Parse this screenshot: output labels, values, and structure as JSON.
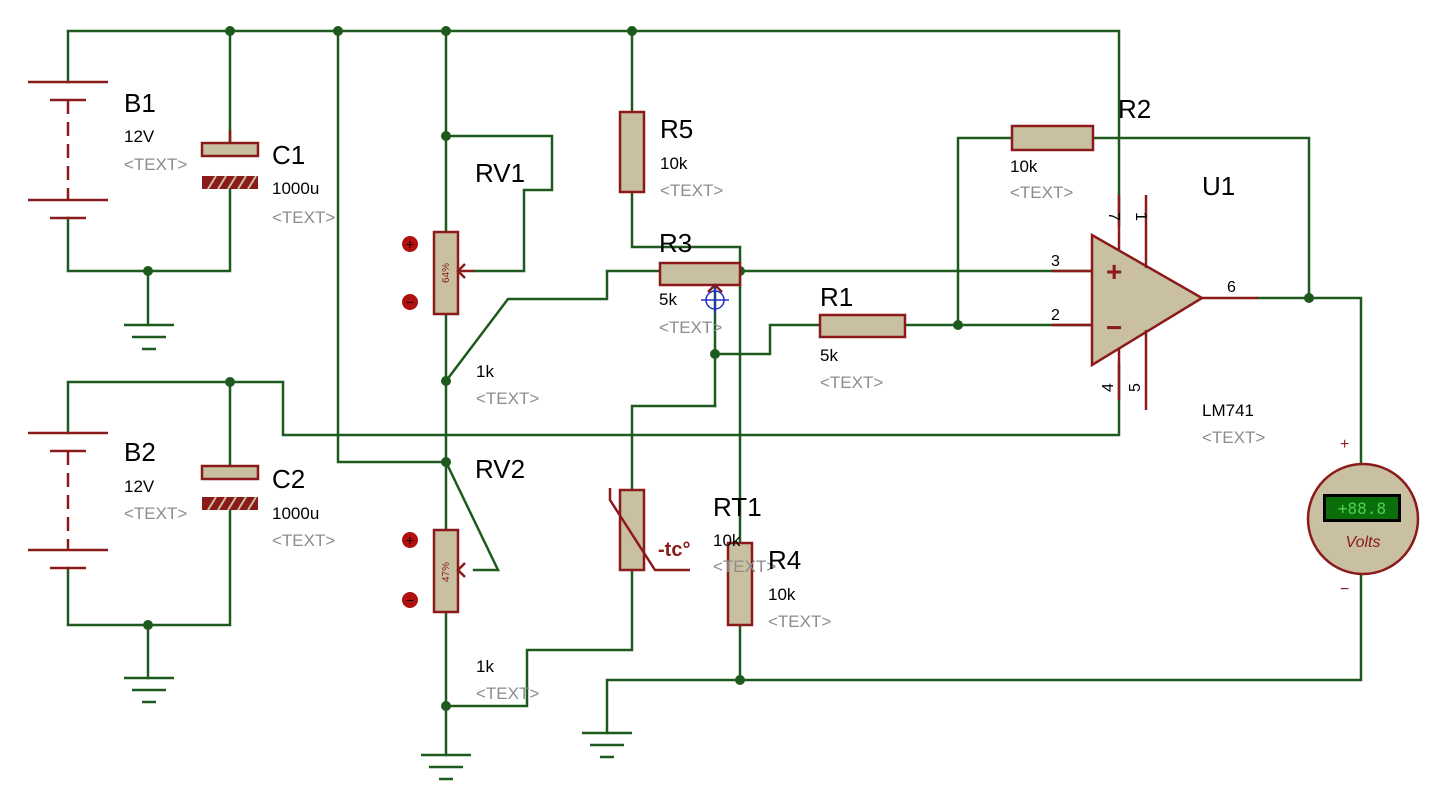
{
  "components": {
    "B1": {
      "ref": "B1",
      "value": "12V",
      "text": "<TEXT>"
    },
    "B2": {
      "ref": "B2",
      "value": "12V",
      "text": "<TEXT>"
    },
    "C1": {
      "ref": "C1",
      "value": "1000u",
      "text": "<TEXT>"
    },
    "C2": {
      "ref": "C2",
      "value": "1000u",
      "text": "<TEXT>"
    },
    "RV1": {
      "ref": "RV1",
      "value": "1k",
      "text": "<TEXT>",
      "percent": "64%"
    },
    "RV2": {
      "ref": "RV2",
      "value": "1k",
      "text": "<TEXT>",
      "percent": "47%"
    },
    "R1": {
      "ref": "R1",
      "value": "5k",
      "text": "<TEXT>"
    },
    "R2": {
      "ref": "R2",
      "value": "10k",
      "text": "<TEXT>"
    },
    "R3": {
      "ref": "R3",
      "value": "5k",
      "text": "<TEXT>"
    },
    "R4": {
      "ref": "R4",
      "value": "10k",
      "text": "<TEXT>"
    },
    "R5": {
      "ref": "R5",
      "value": "10k",
      "text": "<TEXT>"
    },
    "RT1": {
      "ref": "RT1",
      "value": "10k",
      "text": "<TEXT>",
      "symbol": "-tc°"
    },
    "U1": {
      "ref": "U1",
      "value": "LM741",
      "text": "<TEXT>",
      "pins": {
        "p1": "1",
        "p2": "2",
        "p3": "3",
        "p4": "4",
        "p5": "5",
        "p6": "6",
        "p7": "7"
      },
      "plus": "+",
      "minus": "−"
    },
    "voltmeter": {
      "display": "+88.8",
      "unit": "Volts",
      "plus": "+",
      "minus": "−"
    }
  },
  "colors": {
    "wire": "#1e5a1e",
    "component": "#8b1a1a",
    "fill": "#c8c0a0",
    "label_text": "#8c8c8c"
  }
}
